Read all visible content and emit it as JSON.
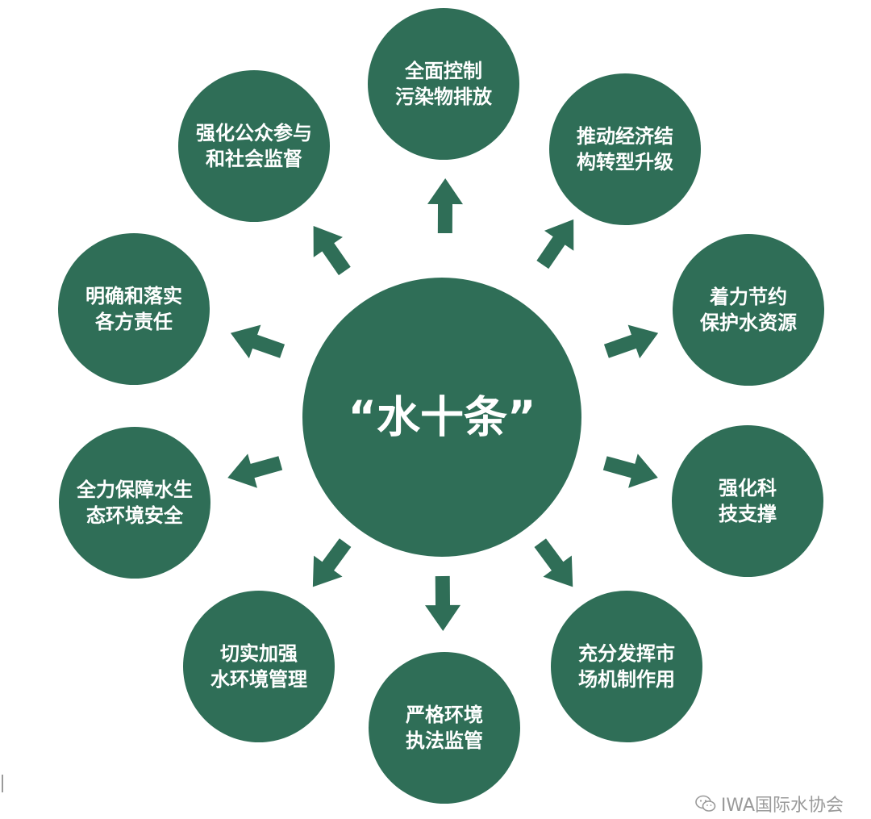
{
  "colors": {
    "node_fill": "#2f6e57",
    "node_text": "#ffffff",
    "background": "#ffffff",
    "watermark_text": "#9a9a9a"
  },
  "center": {
    "label": "“水十条”"
  },
  "nodes": [
    {
      "id": "pollution-control",
      "lines": [
        "全面控制",
        "污染物排放"
      ]
    },
    {
      "id": "economic-structure",
      "lines": [
        "推动经济结",
        "构转型升级"
      ]
    },
    {
      "id": "water-conservation",
      "lines": [
        "着力节约",
        "保护水资源"
      ]
    },
    {
      "id": "tech-support",
      "lines": [
        "强化科",
        "技支撑"
      ]
    },
    {
      "id": "market-mechanism",
      "lines": [
        "充分发挥市",
        "场机制作用"
      ]
    },
    {
      "id": "law-enforcement",
      "lines": [
        "严格环境",
        "执法监管"
      ]
    },
    {
      "id": "environment-management",
      "lines": [
        "切实加强",
        "水环境管理"
      ]
    },
    {
      "id": "ecological-safety",
      "lines": [
        "全力保障水生",
        "态环境安全"
      ]
    },
    {
      "id": "responsibilities",
      "lines": [
        "明确和落实",
        "各方责任"
      ]
    },
    {
      "id": "public-participation",
      "lines": [
        "强化公众参与",
        "和社会监督"
      ]
    }
  ],
  "watermark": {
    "icon": "wechat-icon",
    "text": "IWA国际水协会"
  }
}
